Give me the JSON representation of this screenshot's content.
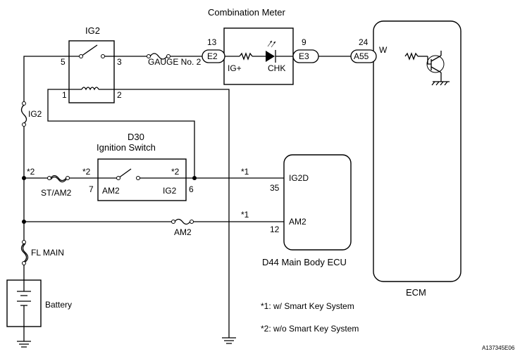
{
  "title": "Combination Meter",
  "ig2_relay": {
    "label": "IG2",
    "pin_5": "5",
    "pin_3": "3",
    "pin_1": "1",
    "pin_2": "2"
  },
  "fuses": {
    "gauge": "GAUGE No. 2",
    "ig2": "IG2",
    "st_am2": "ST/AM2",
    "am2": "AM2",
    "fl_main": "FL MAIN"
  },
  "combination_meter": {
    "pin_in": "13",
    "connector_in": "E2",
    "ig_label": "IG+",
    "chk_label": "CHK",
    "pin_out": "9",
    "connector_out": "E3"
  },
  "ecm": {
    "pin": "24",
    "connector": "A55",
    "terminal": "W",
    "label": "ECM"
  },
  "ignition_switch": {
    "code": "D30",
    "name": "Ignition Switch",
    "am2": "AM2",
    "ig2": "IG2",
    "pin_7": "7",
    "pin_6": "6",
    "note_left_wire": "*2",
    "note_pin7": "*2",
    "note_pin6": "*2"
  },
  "main_body_ecu": {
    "ig2d": "IG2D",
    "pin_35": "35",
    "am2": "AM2",
    "pin_12": "12",
    "note_ig2d": "*1",
    "note_am2": "*1",
    "label": "D44 Main Body ECU"
  },
  "battery": "Battery",
  "notes": [
    "*1: w/ Smart Key System",
    "*2: w/o Smart Key System"
  ],
  "figure_id": "A137345E06"
}
